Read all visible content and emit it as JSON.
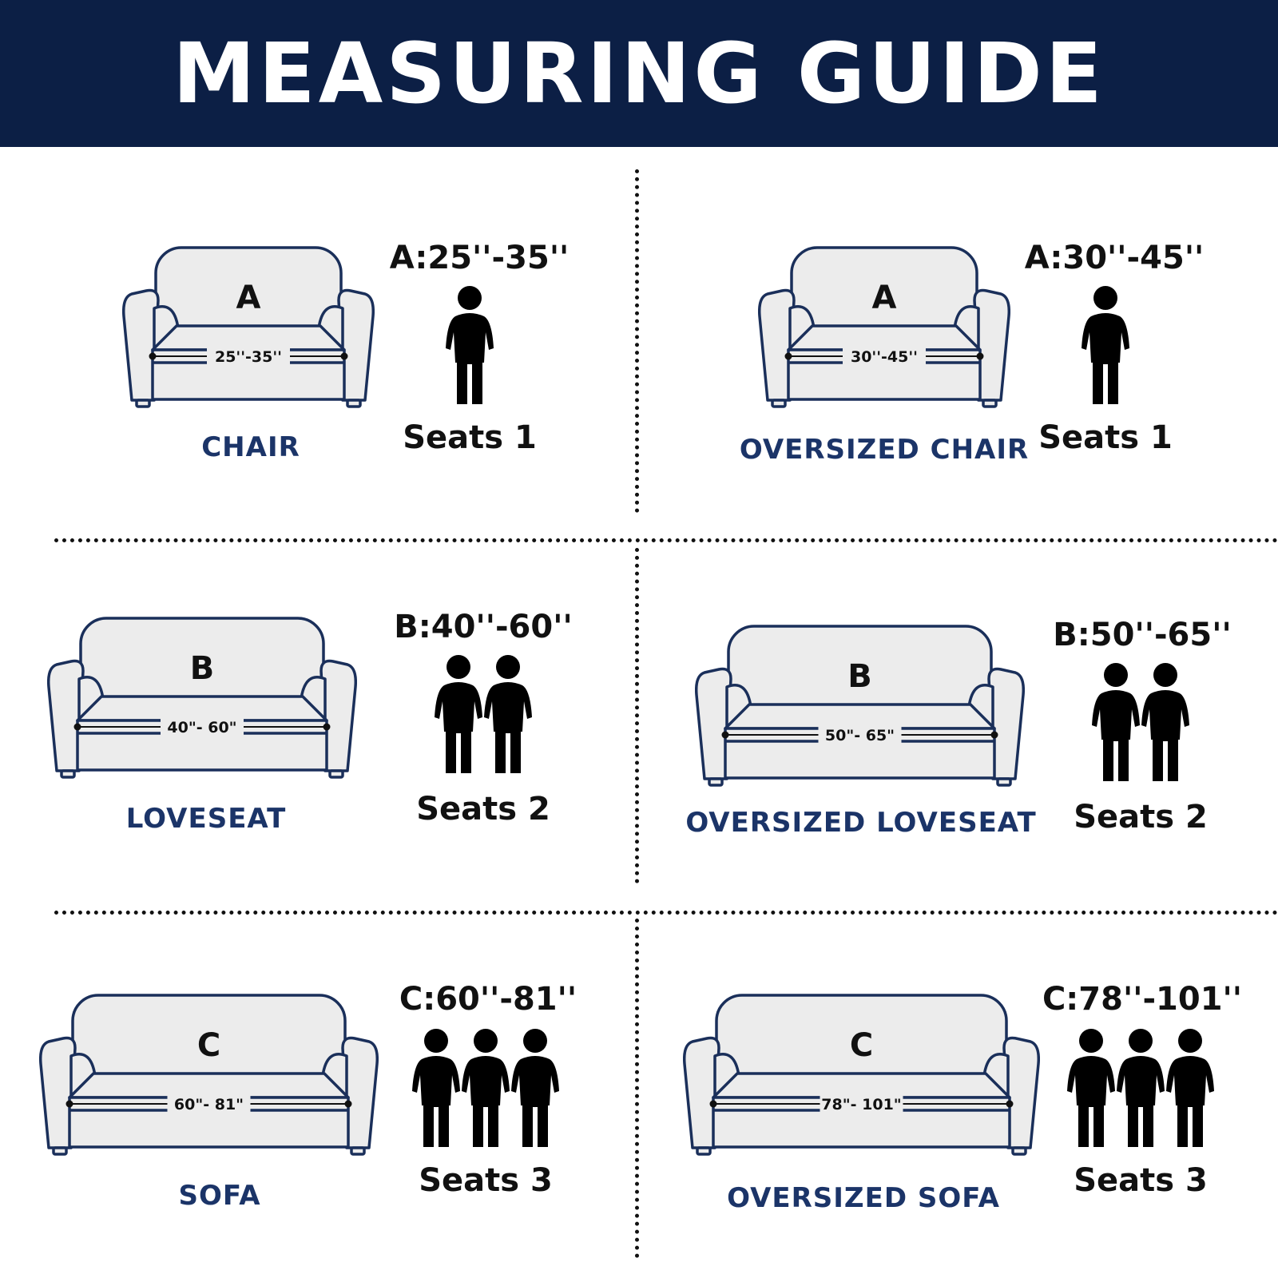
{
  "title": "MEASURING GUIDE",
  "colors": {
    "header_bg": "#0c1f45",
    "name_text": "#1b3468",
    "sofa_fill": "#ececec",
    "sofa_stroke": "#1a2f5a"
  },
  "items": [
    {
      "name": "CHAIR",
      "letter": "A",
      "measure": "A:25''-35''",
      "range_label": "25''-35''",
      "seats": "Seats 1",
      "people": 1
    },
    {
      "name": "OVERSIZED CHAIR",
      "letter": "A",
      "measure": "A:30''-45''",
      "range_label": "30''-45''",
      "seats": "Seats 1",
      "people": 1
    },
    {
      "name": "LOVESEAT",
      "letter": "B",
      "measure": "B:40''-60''",
      "range_label": "40\"- 60\"",
      "seats": "Seats 2",
      "people": 2
    },
    {
      "name": "OVERSIZED LOVESEAT",
      "letter": "B",
      "measure": "B:50''-65''",
      "range_label": "50\"- 65\"",
      "seats": "Seats 2",
      "people": 2
    },
    {
      "name": "SOFA",
      "letter": "C",
      "measure": "C:60''-81''",
      "range_label": "60\"- 81\"",
      "seats": "Seats 3",
      "people": 3
    },
    {
      "name": "OVERSIZED SOFA",
      "letter": "C",
      "measure": "C:78''-101''",
      "range_label": "78\"- 101\"",
      "seats": "Seats 3",
      "people": 3
    }
  ]
}
